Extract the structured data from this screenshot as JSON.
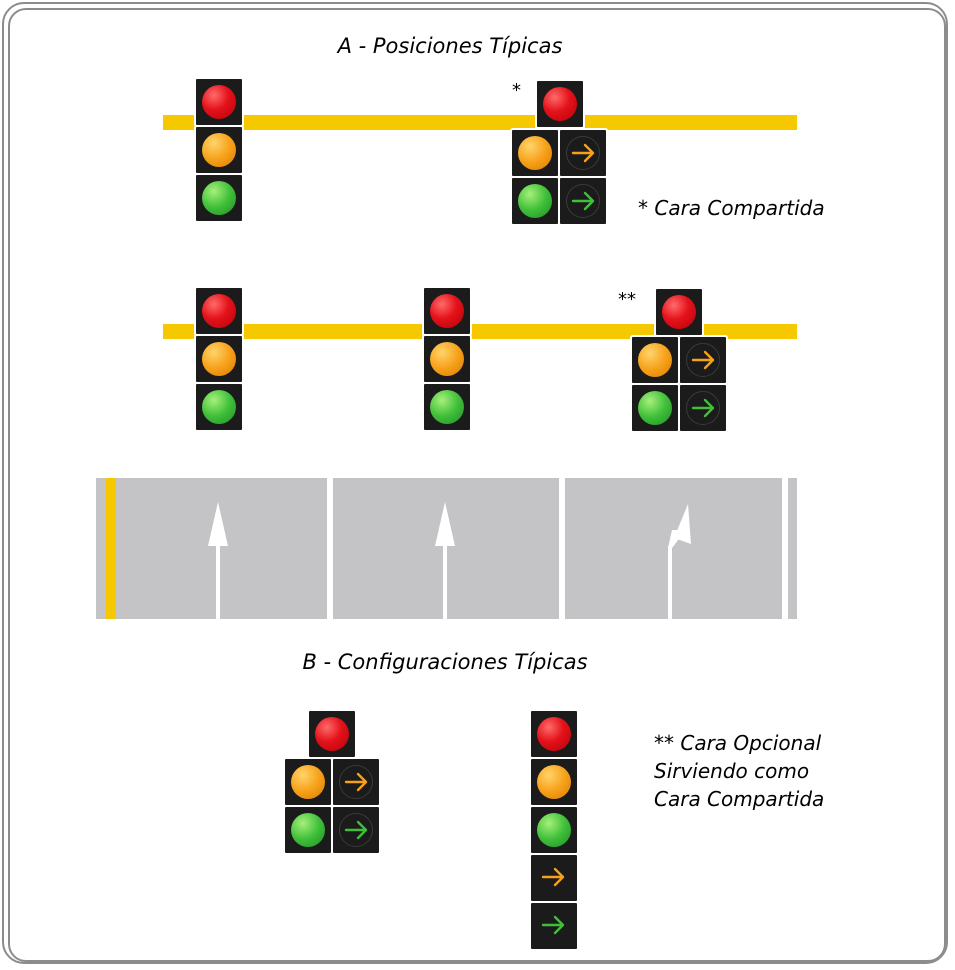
{
  "titles": {
    "section_a": "A - Posiciones Típicas",
    "section_b": "B - Configuraciones Típicas"
  },
  "markers": {
    "single": "*",
    "double": "**"
  },
  "notes": {
    "shared_face": "* Cara Compartida",
    "optional_line1": "** Cara Opcional",
    "optional_line2": "Sirviendo como",
    "optional_line3": "Cara Compartida"
  },
  "colors": {
    "mast_arm": "#f5c800",
    "signal_housing": "#1b1b1b",
    "red": "#e4121a",
    "amber": "#f7a11a",
    "green": "#3fbf3a",
    "road": "#c4c4c7",
    "frame": "#8c8c8c"
  },
  "icons": [
    "right-arrow-icon",
    "straight-arrow-icon",
    "right-turn-arrow-icon"
  ]
}
